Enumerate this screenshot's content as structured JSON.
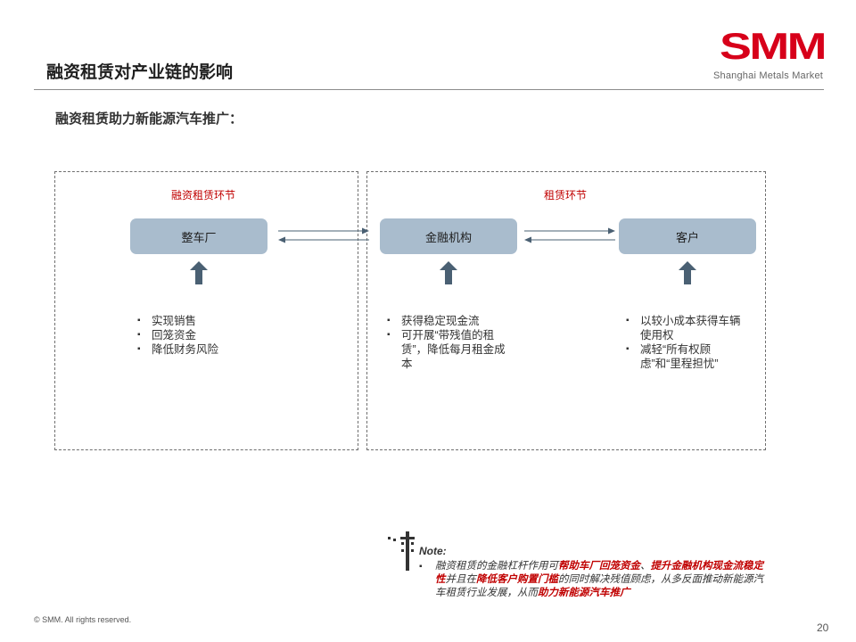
{
  "header": {
    "title": "融资租赁对产业链的影响",
    "logo_text": "SMM",
    "logo_sub": "Shanghai Metals Market"
  },
  "subtitle": "融资租赁助力新能源汽车推广：",
  "diagram": {
    "panel_left_label": "融资租赁环节",
    "panel_right_label": "租赁环节",
    "nodes": {
      "manufacturer": "整车厂",
      "finance": "金融机构",
      "customer": "客户"
    },
    "bullets_manufacturer": [
      "实现销售",
      "回笼资金",
      "降低财务风险"
    ],
    "bullets_finance": [
      "获得稳定现金流",
      "可开展“带残值的租赁”，降低每月租金成本"
    ],
    "bullets_customer": [
      "以较小成本获得车辆使用权",
      "减轻“所有权顾虑”和“里程担忧”"
    ]
  },
  "note": {
    "label": "Note:",
    "parts": [
      {
        "text": "融资租赁的金融杠杆作用可",
        "hl": false
      },
      {
        "text": "帮助车厂回笼资金",
        "hl": true
      },
      {
        "text": "、",
        "hl": false
      },
      {
        "text": "提升金融机构现金流稳定性",
        "hl": true
      },
      {
        "text": "并且在",
        "hl": false
      },
      {
        "text": "降低客户购置门槛",
        "hl": true
      },
      {
        "text": "的同时解决残值顾虑，从多反面推动新能源汽车租赁行业发展，从而",
        "hl": false
      },
      {
        "text": "助力新能源汽车推广",
        "hl": true
      }
    ]
  },
  "footer": {
    "copyright": "© SMM. All rights reserved.",
    "page": "20"
  },
  "colors": {
    "accent_red": "#c00000",
    "node_fill": "#a9bccd",
    "arrow_fill": "#4a6073"
  }
}
